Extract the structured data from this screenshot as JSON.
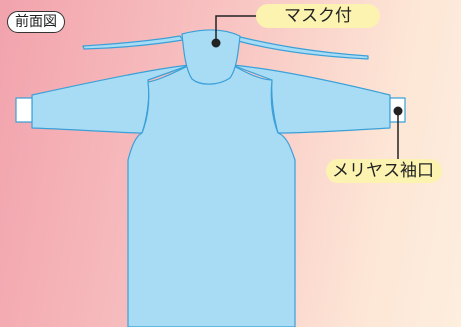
{
  "view_label": "前面図",
  "callouts": {
    "mask": "マスク付",
    "cuff": "メリヤス袖口"
  },
  "colors": {
    "gown_fill": "#a8dcf5",
    "gown_stroke": "#3aa0d8",
    "cuff_fill": "#ffffff",
    "callout_fill": "#fdf3b0",
    "leader_line": "#222222"
  }
}
